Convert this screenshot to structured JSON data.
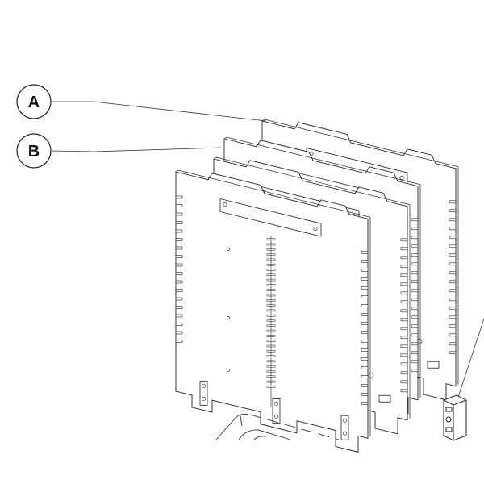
{
  "diagram": {
    "callouts": [
      {
        "id": "a",
        "label": "A"
      },
      {
        "id": "b",
        "label": "B"
      }
    ],
    "colors": {
      "line": "#222222",
      "panel_fill": "#ffffff",
      "background": "#ffffff"
    }
  }
}
